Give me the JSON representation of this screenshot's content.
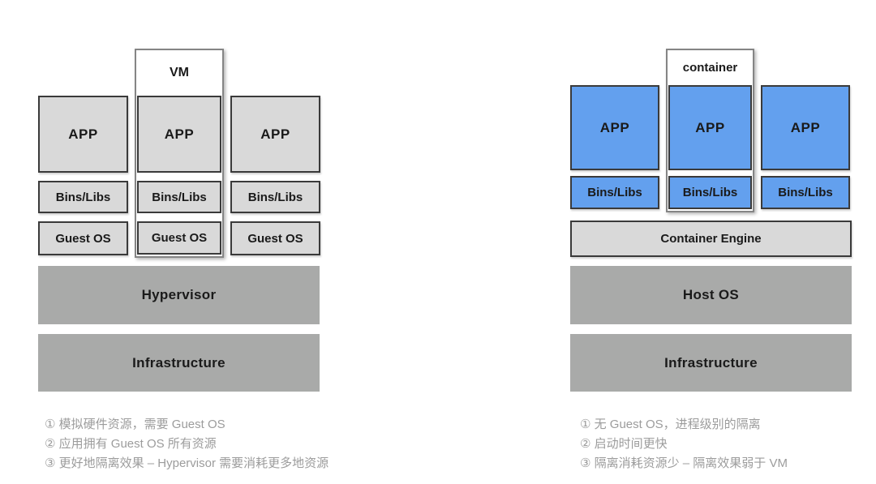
{
  "colors": {
    "blue": "#63a0ee",
    "light_gray": "#d9d9d9",
    "bar_gray": "#a9aaa9",
    "border_dark": "#3a3a3a",
    "wrapper_border": "#858585",
    "note_gray": "#9c9c9c"
  },
  "vm_diagram": {
    "wrapper_label": "VM",
    "columns": [
      {
        "app": "APP",
        "bins": "Bins/Libs",
        "guest": "Guest OS"
      },
      {
        "app": "APP",
        "bins": "Bins/Libs",
        "guest": "Guest OS"
      },
      {
        "app": "APP",
        "bins": "Bins/Libs",
        "guest": "Guest OS"
      }
    ],
    "hypervisor": "Hypervisor",
    "infrastructure": "Infrastructure",
    "notes": [
      "① 模拟硬件资源，需要 Guest OS",
      "② 应用拥有 Guest OS 所有资源",
      "③ 更好地隔离效果 – Hypervisor 需要消耗更多地资源"
    ]
  },
  "container_diagram": {
    "wrapper_label": "container",
    "columns": [
      {
        "app": "APP",
        "bins": "Bins/Libs"
      },
      {
        "app": "APP",
        "bins": "Bins/Libs"
      },
      {
        "app": "APP",
        "bins": "Bins/Libs"
      }
    ],
    "container_engine": "Container Engine",
    "host_os": "Host OS",
    "infrastructure": "Infrastructure",
    "notes": [
      "① 无 Guest OS，进程级别的隔离",
      "② 启动时间更快",
      "③ 隔离消耗资源少 – 隔离效果弱于 VM"
    ]
  }
}
